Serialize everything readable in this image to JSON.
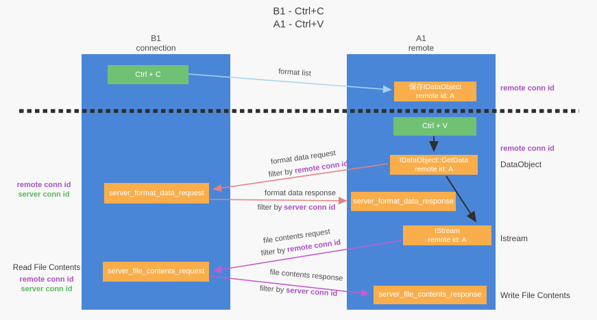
{
  "title": {
    "line1": "B1 - Ctrl+C",
    "line2": "A1 - Ctrl+V"
  },
  "lanes": {
    "left": {
      "name": "B1",
      "subtitle": "connection"
    },
    "right": {
      "name": "A1",
      "subtitle": "remote"
    }
  },
  "nodes": {
    "ctrl_c": {
      "label": "Ctrl + C"
    },
    "ctrl_v": {
      "label": "Ctrl + V"
    },
    "save_idataobject": {
      "line1": "保存IDataObject",
      "line2": "remote id: A"
    },
    "getdata": {
      "line1": "IDataObject::GetData",
      "line2": "remote id: A"
    },
    "server_format_data_request": {
      "label": "server_format_data_request"
    },
    "server_format_data_response": {
      "label": "server_format_data_response"
    },
    "istream": {
      "line1": "IStream",
      "line2": "remote id: A"
    },
    "server_file_contents_request": {
      "label": "server_file_contents_request"
    },
    "server_file_contents_response": {
      "label": "server_file_contents_response"
    }
  },
  "edge_labels": {
    "format_list": "format list",
    "format_data_request": "format data request",
    "format_data_request_filter": {
      "prefix": "filter by ",
      "value": "remote conn id"
    },
    "format_data_response": "format data response",
    "format_data_response_filter": {
      "prefix": "filter by ",
      "value": "server conn id"
    },
    "file_contents_request": "file contents request",
    "file_contents_request_filter": {
      "prefix": "filter by ",
      "value": "remote conn id"
    },
    "file_contents_response": "file contents response",
    "file_contents_response_filter": {
      "prefix": "filter by ",
      "value": "server conn id"
    }
  },
  "side_labels": {
    "right_remote_conn_id_top": "remote conn id",
    "right_remote_conn_id_mid": "remote conn id",
    "dataobject": "DataObject",
    "istream": "Istream",
    "write_file_contents": "Write File Contents",
    "left_mid": {
      "remote": "remote conn id",
      "server": "server conn id"
    },
    "left_bottom": {
      "title": "Read File Contents",
      "remote": "remote conn id",
      "server": "server conn id"
    }
  },
  "colors": {
    "lane_blue": "#4a86d8",
    "node_green": "#71c174",
    "node_orange": "#f9ae4b",
    "purple_text": "#ab4fc3",
    "green_text": "#57b85c",
    "arrow_lightblue": "#a9d3ee",
    "arrow_salmon": "#e88080",
    "arrow_magenta": "#c45bd2",
    "arrow_black": "#2f2f2f",
    "text_dark": "#3f3f3f"
  }
}
